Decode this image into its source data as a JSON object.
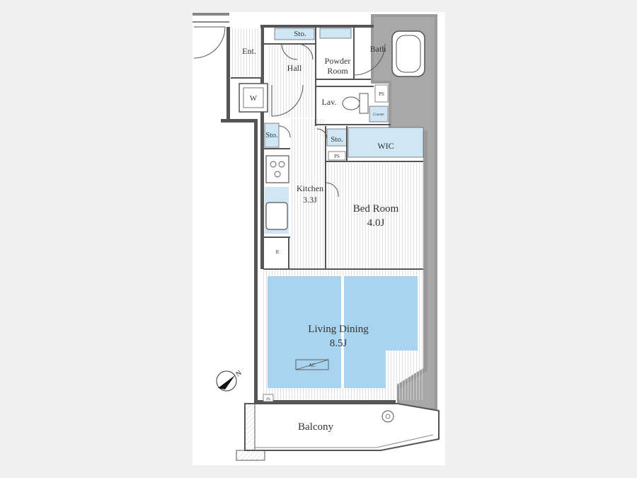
{
  "floorplan": {
    "rooms": [
      {
        "id": "ent",
        "label": "Ent."
      },
      {
        "id": "hall",
        "label": "Hall"
      },
      {
        "id": "sto-top",
        "label": "Sto."
      },
      {
        "id": "powder-room",
        "label": "Powder\nRoom"
      },
      {
        "id": "bath",
        "label": "Bath"
      },
      {
        "id": "w",
        "label": "W"
      },
      {
        "id": "lav",
        "label": "Lav."
      },
      {
        "id": "ps-top",
        "label": "PS"
      },
      {
        "id": "counter",
        "label": "Counter"
      },
      {
        "id": "sto-left",
        "label": "Sto."
      },
      {
        "id": "sto-mid",
        "label": "Sto."
      },
      {
        "id": "ps-mid",
        "label": "PS"
      },
      {
        "id": "wic",
        "label": "WIC"
      },
      {
        "id": "kitchen",
        "label": "Kitchen",
        "size": "3.3J"
      },
      {
        "id": "bedroom",
        "label": "Bed Room",
        "size": "4.0J"
      },
      {
        "id": "r",
        "label": "R"
      },
      {
        "id": "living-dining",
        "label": "Living Dining",
        "size": "8.5J"
      },
      {
        "id": "ac",
        "label": "AC"
      },
      {
        "id": "ps-bottom",
        "label": "PS"
      },
      {
        "id": "balcony",
        "label": "Balcony"
      }
    ],
    "compass": {
      "label": "N"
    },
    "colors": {
      "background": "#f0f0f0",
      "paper": "#ffffff",
      "wall": "#555555",
      "wall_dark": "#9a9a9a",
      "line": "#666666",
      "flooring_blue": "#cfe6f5",
      "living_blue": "#a9d4ef",
      "text": "#333333"
    }
  }
}
